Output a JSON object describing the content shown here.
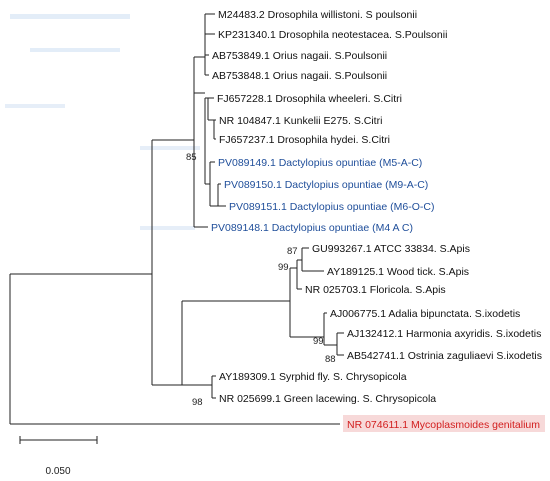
{
  "colors": {
    "branch": "#222222",
    "label_default": "#111111",
    "label_highlight": "#1f4e9a",
    "label_outgroup": "#d21e1e",
    "outgroup_bg": "#f7d9d9"
  },
  "leaves": [
    {
      "id": "l1",
      "text": "M24483.2 Drosophila willistoni. S poulsonii",
      "style": "default"
    },
    {
      "id": "l2",
      "text": "KP231340.1 Drosophila neotestacea. S.Poulsonii",
      "style": "default"
    },
    {
      "id": "l3",
      "text": "AB753849.1 Orius nagaii. S.Poulsonii",
      "style": "default"
    },
    {
      "id": "l4",
      "text": "AB753848.1 Orius nagaii. S.Poulsonii",
      "style": "default"
    },
    {
      "id": "l5",
      "text": "FJ657228.1 Drosophila wheeleri. S.Citri",
      "style": "default"
    },
    {
      "id": "l6",
      "text": "NR 104847.1 Kunkelii E275. S.Citri",
      "style": "default"
    },
    {
      "id": "l7",
      "text": "FJ657237.1 Drosophila hydei. S.Citri",
      "style": "default"
    },
    {
      "id": "l8",
      "text": "PV089149.1 Dactylopius opuntiae (M5-A-C)",
      "style": "highlight"
    },
    {
      "id": "l9",
      "text": "PV089150.1 Dactylopius opuntiae (M9-A-C)",
      "style": "highlight"
    },
    {
      "id": "l10",
      "text": "PV089151.1 Dactylopius opuntiae (M6-O-C)",
      "style": "highlight"
    },
    {
      "id": "l11",
      "text": "PV089148.1 Dactylopius opuntiae (M4 A C)",
      "style": "highlight"
    },
    {
      "id": "l12",
      "text": "GU993267.1 ATCC 33834. S.Apis",
      "style": "default"
    },
    {
      "id": "l13",
      "text": "AY189125.1 Wood tick. S.Apis",
      "style": "default"
    },
    {
      "id": "l14",
      "text": "NR 025703.1 Floricola. S.Apis",
      "style": "default"
    },
    {
      "id": "l15",
      "text": "AJ006775.1 Adalia bipunctata. S.ixodetis",
      "style": "default"
    },
    {
      "id": "l16",
      "text": "AJ132412.1 Harmonia axyridis. S.ixodetis",
      "style": "default"
    },
    {
      "id": "l17",
      "text": "AB542741.1 Ostrinia zaguliaevi S.ixodetis",
      "style": "default"
    },
    {
      "id": "l18",
      "text": "AY189309.1 Syrphid fly. S. Chrysopicola",
      "style": "default"
    },
    {
      "id": "l19",
      "text": "NR 025699.1 Green lacewing. S. Chrysopicola",
      "style": "default"
    },
    {
      "id": "l20",
      "text": "NR 074611.1 Mycoplasmoides genitalium",
      "style": "outgroup"
    }
  ],
  "bootstrap": [
    {
      "id": "b85",
      "text": "85"
    },
    {
      "id": "b87",
      "text": "87"
    },
    {
      "id": "b99a",
      "text": "99"
    },
    {
      "id": "b99b",
      "text": "99"
    },
    {
      "id": "b88",
      "text": "88"
    },
    {
      "id": "b98",
      "text": "98"
    }
  ],
  "scale_bar": {
    "value": 0.05,
    "label": "0.050"
  }
}
